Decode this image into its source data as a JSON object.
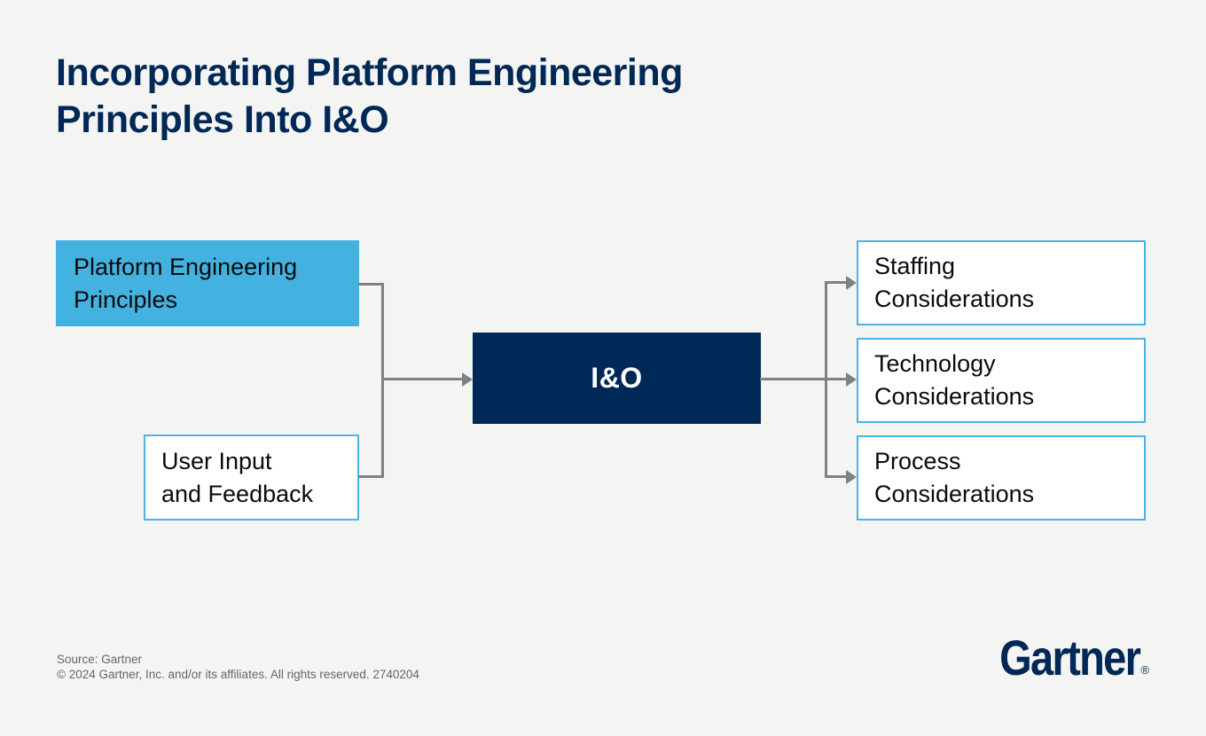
{
  "title": "Incorporating Platform Engineering\nPrinciples Into I&O",
  "diagram": {
    "inputs": [
      {
        "label": "Platform Engineering\nPrinciples"
      },
      {
        "label": "User Input\nand Feedback"
      }
    ],
    "center": {
      "label": "I&O"
    },
    "outputs": [
      {
        "label": "Staffing\nConsiderations"
      },
      {
        "label": "Technology\nConsiderations"
      },
      {
        "label": "Process\nConsiderations"
      }
    ]
  },
  "footer": {
    "source": "Source: Gartner",
    "copyright": "© 2024 Gartner, Inc. and/or its affiliates. All rights reserved. 2740204"
  },
  "logo": {
    "text": "Gartner",
    "registered": "®"
  },
  "colors": {
    "background": "#f4f4f3",
    "navy": "#002856",
    "light_blue": "#44b2e0",
    "box_border_blue": "#4ab3e2",
    "connector_gray": "#7c8285",
    "footer_gray": "#63676b"
  }
}
